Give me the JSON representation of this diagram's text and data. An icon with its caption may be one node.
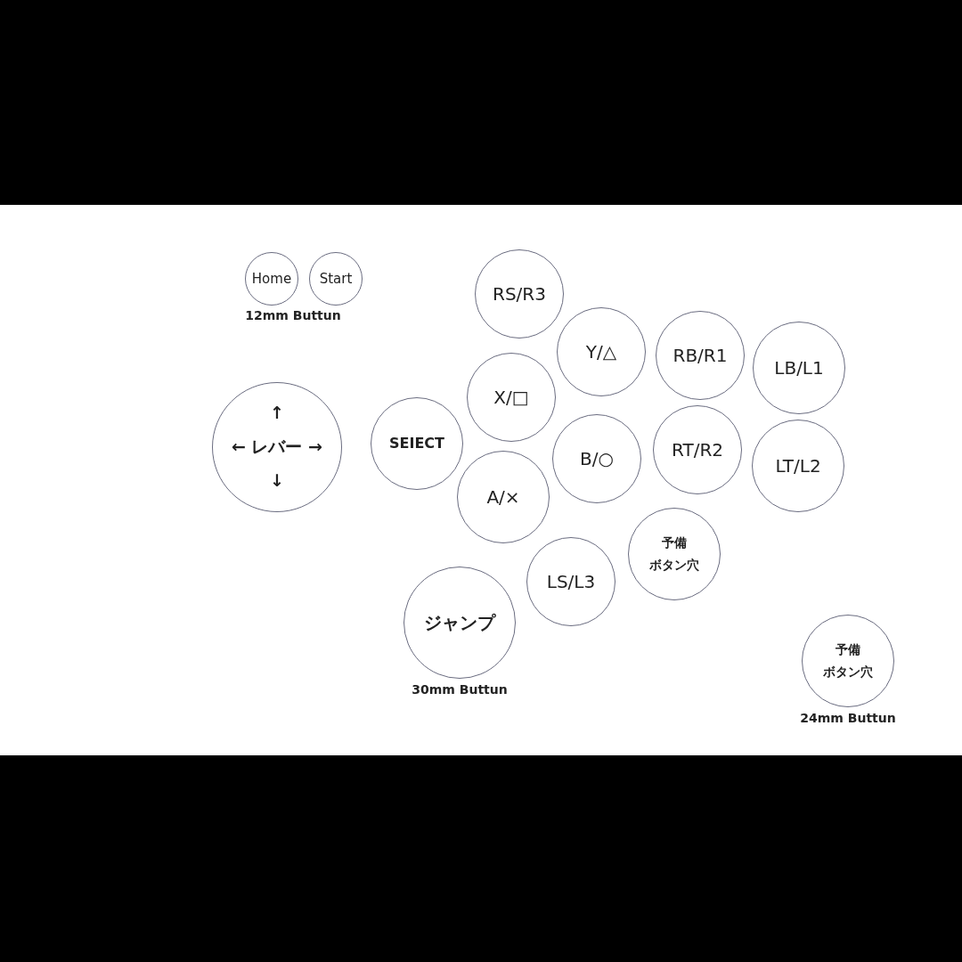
{
  "diagram": {
    "nodes": [
      {
        "text": [
          "Home"
        ]
      },
      {
        "text": [
          "Start"
        ]
      },
      {
        "text": [
          "↑",
          "← レバー →",
          "↓"
        ]
      },
      {
        "text": [
          "SEIECT"
        ]
      },
      {
        "text": [
          "RS/R3"
        ]
      },
      {
        "text": [
          "Y/△"
        ]
      },
      {
        "text": [
          "RB/R1"
        ]
      },
      {
        "text": [
          "LB/L1"
        ]
      },
      {
        "text": [
          "X/□"
        ]
      },
      {
        "text": [
          "B/○"
        ]
      },
      {
        "text": [
          "RT/R2"
        ]
      },
      {
        "text": [
          "LT/L2"
        ]
      },
      {
        "text": [
          "A/×"
        ]
      },
      {
        "text": [
          "予備",
          "ボタン穴"
        ]
      },
      {
        "text": [
          "LS/L3"
        ]
      },
      {
        "text": [
          "ジャンプ"
        ],
        "beside": [
          "30mm Buttun"
        ]
      },
      {
        "text": [
          "予備",
          "ボタン穴"
        ],
        "beside": [
          "24mm Buttun"
        ]
      }
    ],
    "labels": [
      "12mm Buttun"
    ]
  }
}
